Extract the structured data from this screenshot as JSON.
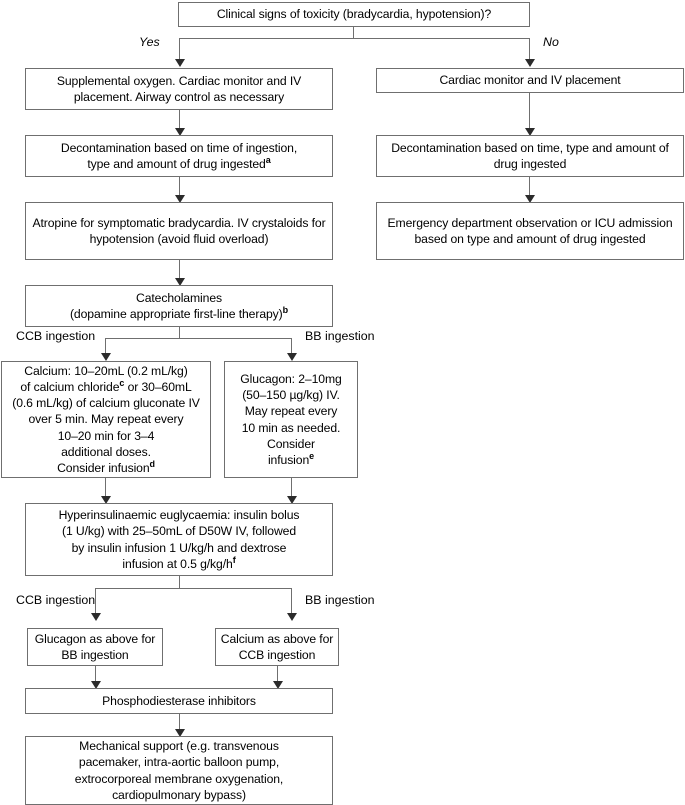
{
  "diagram": {
    "title": "Management algorithm for calcium channel blocker and beta blocker toxicity",
    "type": "flowchart",
    "colors": {
      "box_border": "#6f6f6f",
      "connector": "#6f6f6f",
      "arrow_head": "#2b2b2b",
      "background": "#ffffff",
      "text": "#000000"
    }
  },
  "nodes": {
    "root": "Clinical signs of toxicity (bradycardia, hypotension)?",
    "yes_label": "Yes",
    "no_label": "No",
    "left_1": "Supplemental oxygen. Cardiac monitor and IV placement. Airway control as necessary",
    "right_1": "Cardiac monitor and IV placement",
    "left_2_line1": "Decontamination based on time of ingestion,",
    "left_2_line2": "type and amount of drug ingested",
    "left_2_sup": "a",
    "right_2": "Decontamination based on time, type and amount of drug ingested",
    "left_3": "Atropine for symptomatic bradycardia. IV crystaloids for hypotension (avoid fluid overload)",
    "right_3": "Emergency department observation or ICU admission based on type and amount of drug ingested",
    "catecholamines_line1": "Catecholamines",
    "catecholamines_line2": "(dopamine appropriate first-line therapy)",
    "catecholamines_sup": "b",
    "split1_left_label": "CCB ingestion",
    "split1_right_label": "BB ingestion",
    "calcium_line1": "Calcium: 10–20mL (0.2 mL/kg)",
    "calcium_line2a": "of calcium chloride",
    "calcium_line2sup": "c",
    "calcium_line2b": " or 30–60mL",
    "calcium_line3": "(0.6 mL/kg) of calcium gluconate IV",
    "calcium_line4": "over 5 min. May repeat every",
    "calcium_line5": "10–20 min for 3–4",
    "calcium_line6": "additional doses.",
    "calcium_line7": "Consider infusion",
    "calcium_line7sup": "d",
    "glucagon_line1": "Glucagon: 2–10mg",
    "glucagon_line2": "(50–150 µg/kg) IV.",
    "glucagon_line3": "May repeat every",
    "glucagon_line4": "10 min as needed.",
    "glucagon_line5": "Consider",
    "glucagon_line6": "infusion",
    "glucagon_line6sup": "e",
    "hie_line1": "Hyperinsulinaemic euglycaemia: insulin bolus",
    "hie_line2": "(1 U/kg) with 25–50mL of D50W IV, followed",
    "hie_line3": "by insulin infusion 1 U/kg/h and dextrose",
    "hie_line4": "infusion at 0.5 g/kg/h",
    "hie_sup": "f",
    "split2_left_label": "CCB ingestion",
    "split2_right_label": "BB ingestion",
    "glucagon_as_above": "Glucagon as above for BB ingestion",
    "calcium_as_above": "Calcium as above for CCB ingestion",
    "pde": "Phosphodiesterase inhibitors",
    "mechanical_line1": "Mechanical support (e.g. transvenous",
    "mechanical_line2": "pacemaker, intra-aortic balloon pump,",
    "mechanical_line3": "extrocorporeal membrane oxygenation,",
    "mechanical_line4": "cardiopulmonary bypass)"
  }
}
